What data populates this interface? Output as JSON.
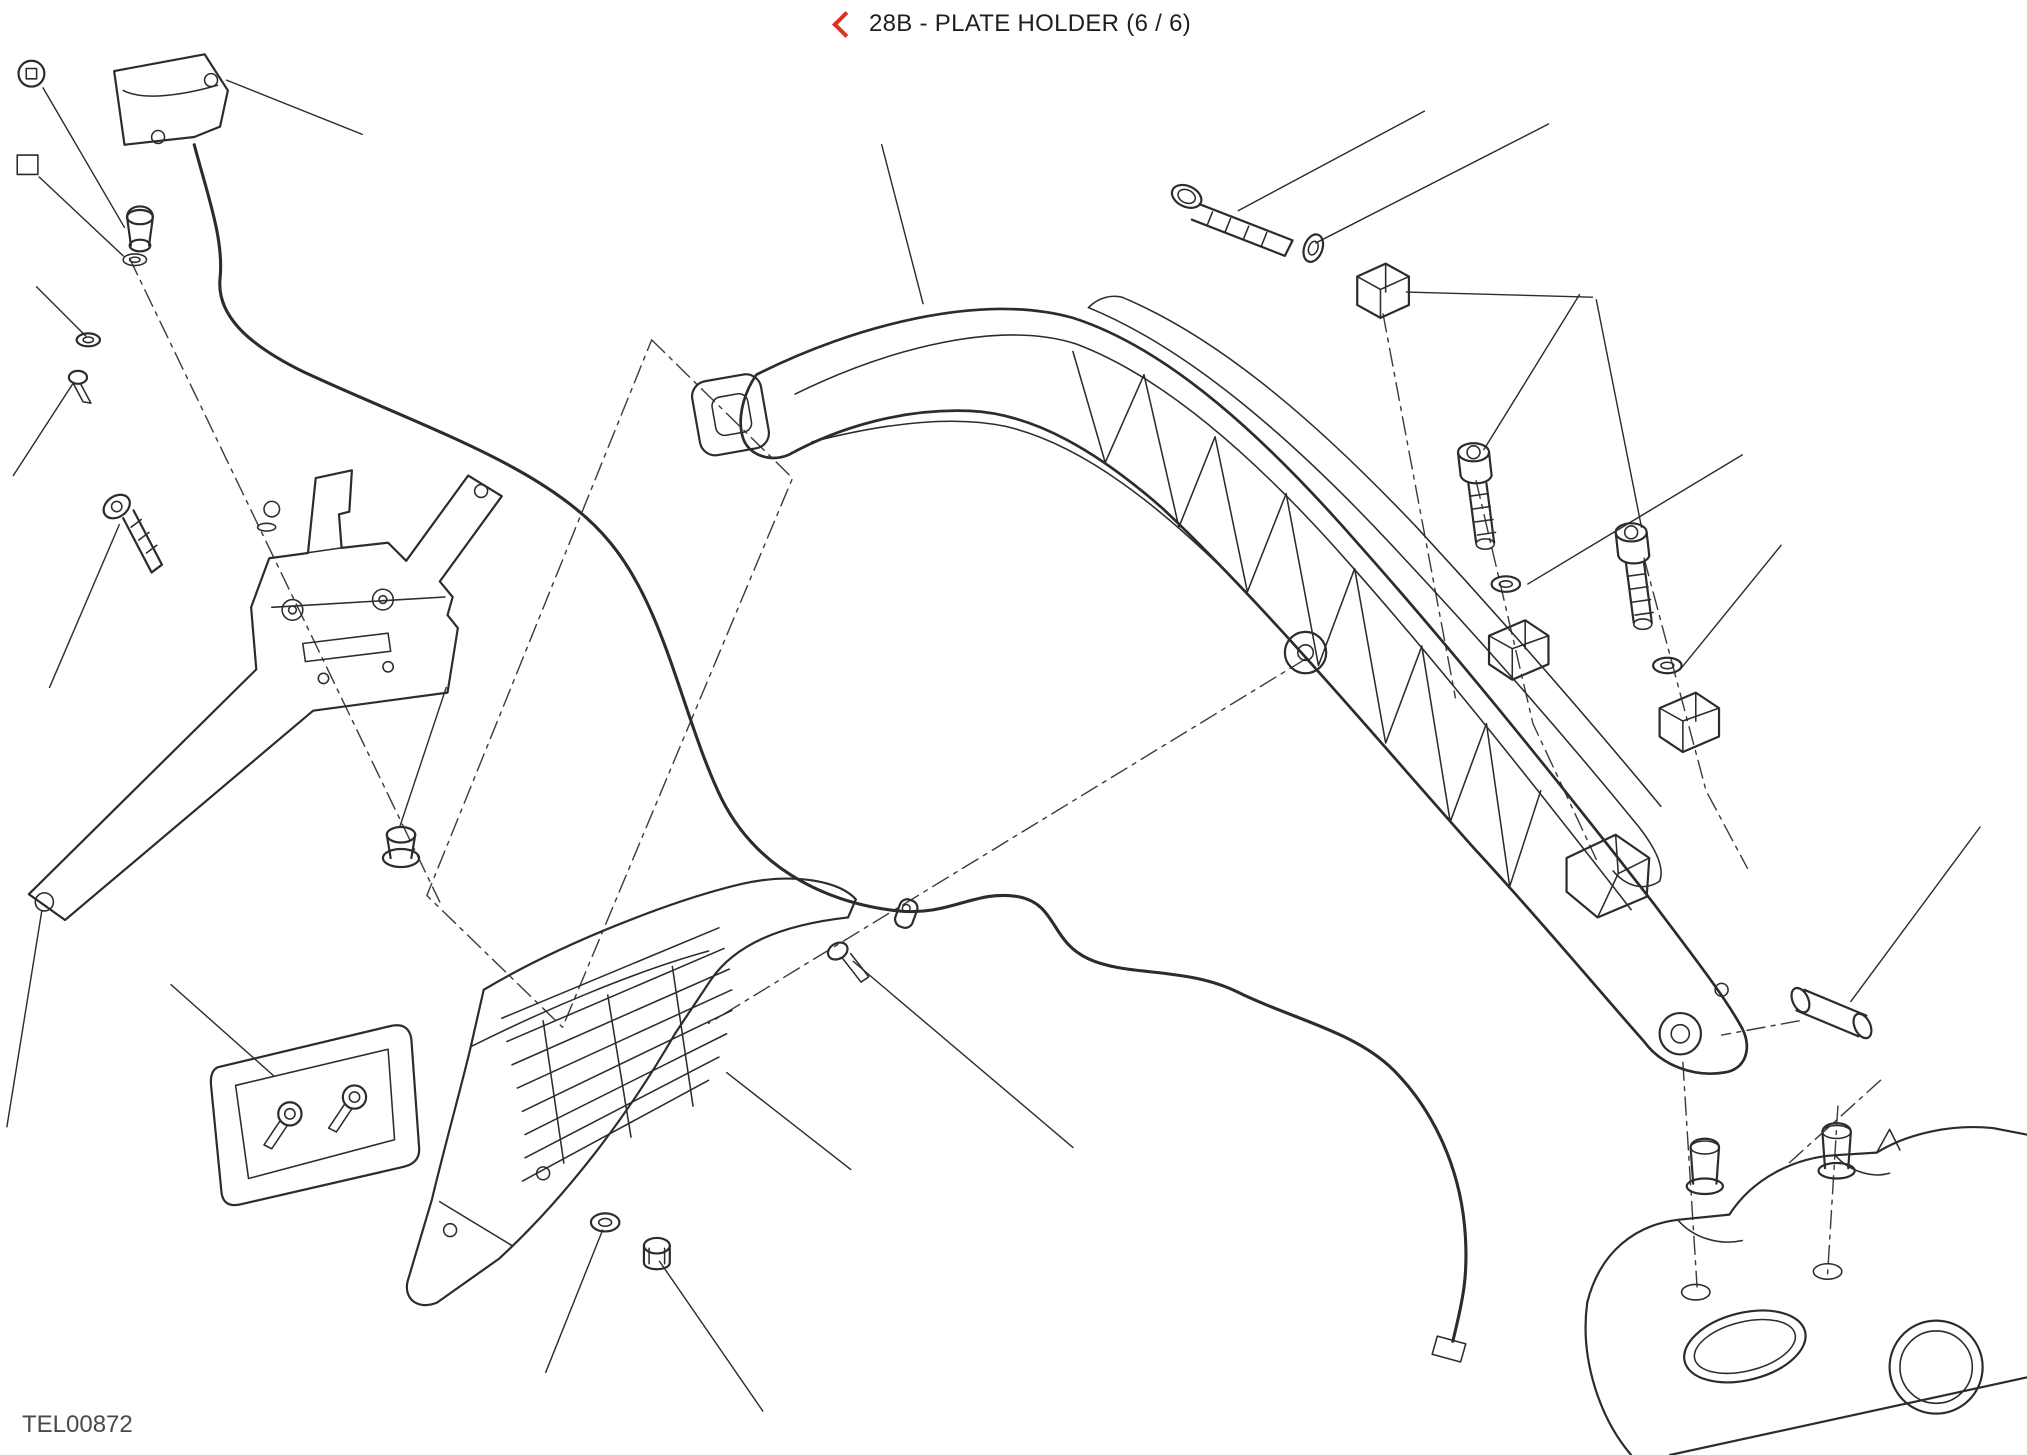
{
  "header": {
    "title": "28B - PLATE HOLDER (6 / 6)"
  },
  "footer": {
    "diagram_code": "TEL00872"
  },
  "icons": {
    "back_chevron": "chevron-left",
    "legend_circle_symbol": "circled-fastener-symbol",
    "legend_square_symbol": "square-symbol"
  },
  "colors": {
    "accent": "#e0301e",
    "ink": "#2c2c2c",
    "title_text": "#1f1f1f",
    "code_text": "#4a4a4a",
    "background": "#ffffff"
  }
}
